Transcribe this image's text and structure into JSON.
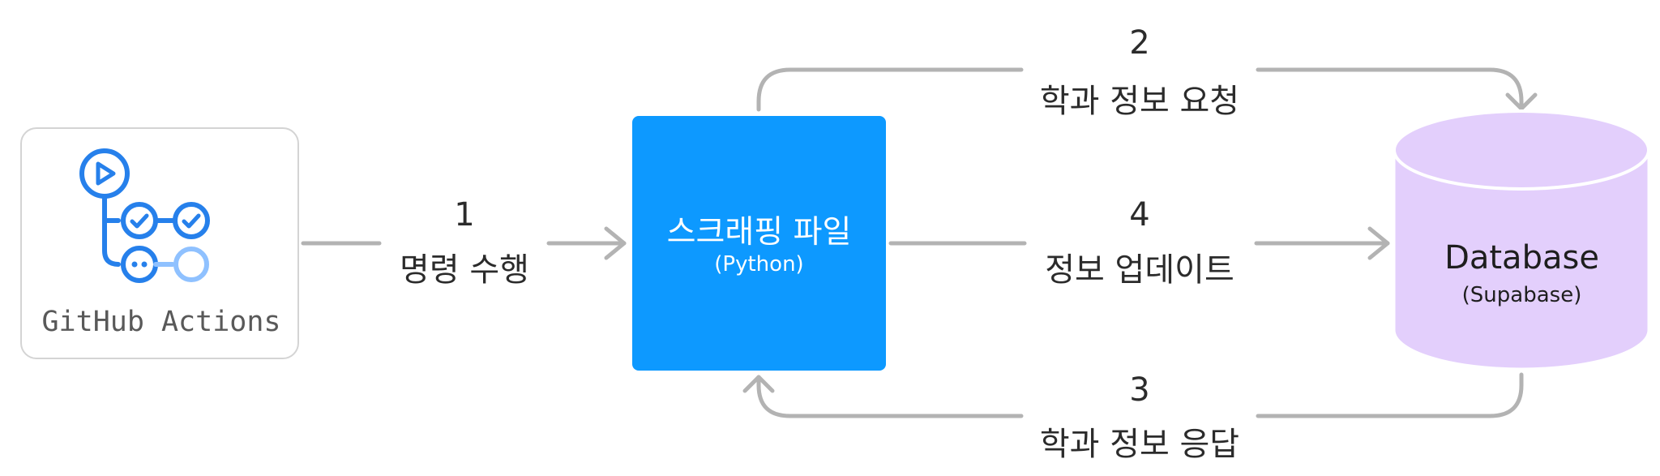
{
  "nodes": {
    "github": {
      "label": "GitHub Actions",
      "icon": "github-actions-workflow-icon",
      "accent": "#2680eb",
      "border": "#d4d4d4"
    },
    "scraper": {
      "title": "스크래핑 파일",
      "subtitle": "(Python)",
      "fill": "#0d99ff"
    },
    "database": {
      "title": "Database",
      "subtitle": "(Supabase)",
      "fill": "#e3cffc",
      "stroke": "#ffffff"
    }
  },
  "edges": [
    {
      "number": "1",
      "label": "명령 수행"
    },
    {
      "number": "2",
      "label": "학과 정보 요청"
    },
    {
      "number": "3",
      "label": "학과 정보 응답"
    },
    {
      "number": "4",
      "label": "정보 업데이트"
    }
  ],
  "colors": {
    "connector": "#b3b3b3",
    "text": "#2b2b2b"
  }
}
